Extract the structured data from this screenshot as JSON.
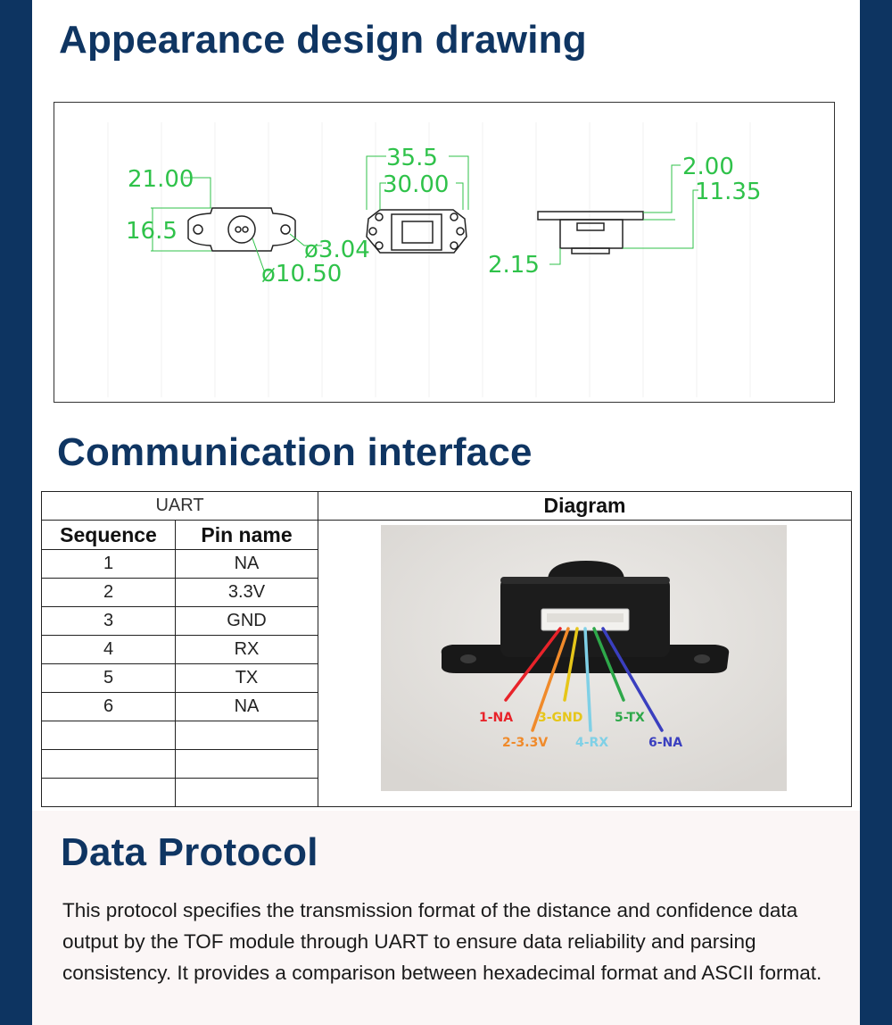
{
  "sections": {
    "appearance_title": "Appearance design drawing",
    "interface_title": "Communication interface",
    "protocol_title": "Data Protocol"
  },
  "drawing": {
    "dims": {
      "width_21": "21.00",
      "height_16_5": "16.5",
      "hole_3_04": "ø3.04",
      "lens_10_50": "ø10.50",
      "length_35_5": "35.5",
      "length_30_00": "30.00",
      "thick_2_00": "2.00",
      "depth_11_35": "11.35",
      "depth_2_15": "2.15"
    },
    "colors": {
      "dimension": "#2fc24a",
      "outline": "#222222"
    }
  },
  "interface_table": {
    "uart_label": "UART",
    "diagram_label": "Diagram",
    "col_sequence": "Sequence",
    "col_pin_name": "Pin name",
    "rows": [
      {
        "seq": "1",
        "pin": "NA"
      },
      {
        "seq": "2",
        "pin": "3.3V"
      },
      {
        "seq": "3",
        "pin": "GND"
      },
      {
        "seq": "4",
        "pin": "RX"
      },
      {
        "seq": "5",
        "pin": "TX"
      },
      {
        "seq": "6",
        "pin": "NA"
      },
      {
        "seq": "",
        "pin": ""
      },
      {
        "seq": "",
        "pin": ""
      },
      {
        "seq": "",
        "pin": ""
      }
    ]
  },
  "connector_photo": {
    "labels": {
      "w1": "1-NA",
      "w2": "2-3.3V",
      "w3": "3-GND",
      "w4": "4-RX",
      "w5": "5-TX",
      "w6": "6-NA"
    },
    "wire_colors": {
      "w1": "#e8232a",
      "w2": "#f08a2a",
      "w3": "#e6c619",
      "w4": "#7fd0e6",
      "w5": "#2ea84a",
      "w6": "#3a3fbf"
    }
  },
  "protocol_text": "This protocol specifies the transmission format of the distance and confidence data output by the TOF module through UART to ensure data reliability and parsing consistency. It provides a comparison between hexadecimal format and ASCII format."
}
